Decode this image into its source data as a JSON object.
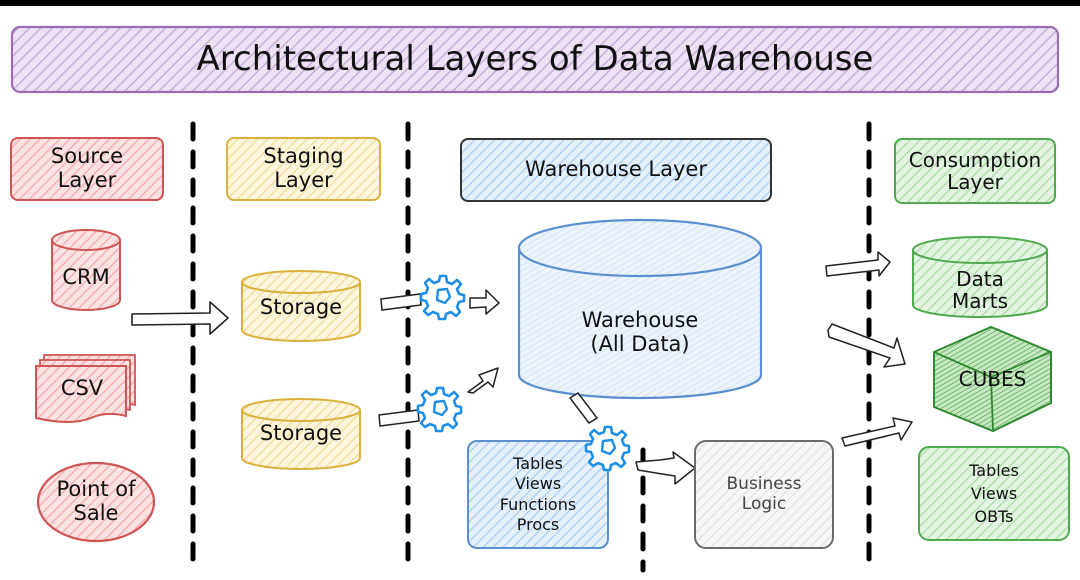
{
  "title": "Architectural Layers of Data Warehouse",
  "colors": {
    "title": "#9b6bb5",
    "source": "#d05454",
    "staging": "#d9b13c",
    "warehouse": "#5b8fcf",
    "consumption": "#4faa4f",
    "business": "#6b6b6b",
    "gear": "#1e8fe8",
    "divider": "#000000"
  },
  "layers": {
    "source": {
      "heading": [
        "Source",
        "Layer"
      ],
      "items": [
        {
          "label": [
            "CRM"
          ],
          "shape": "cylinder"
        },
        {
          "label": [
            "CSV"
          ],
          "shape": "stacked-documents"
        },
        {
          "label": [
            "Point of",
            "Sale"
          ],
          "shape": "ellipse"
        }
      ]
    },
    "staging": {
      "heading": [
        "Staging",
        "Layer"
      ],
      "items": [
        {
          "label": [
            "Storage"
          ],
          "shape": "cylinder"
        },
        {
          "label": [
            "Storage"
          ],
          "shape": "cylinder"
        }
      ]
    },
    "warehouse": {
      "heading": [
        "Warehouse Layer"
      ],
      "items": [
        {
          "label": [
            "Warehouse",
            "(All Data)"
          ],
          "shape": "cylinder"
        },
        {
          "label": [
            "Tables",
            "Views",
            "Functions",
            "Procs"
          ],
          "shape": "rounded-box"
        },
        {
          "label": [
            "Business",
            "Logic"
          ],
          "shape": "rounded-box"
        }
      ]
    },
    "consumption": {
      "heading": [
        "Consumption",
        "Layer"
      ],
      "items": [
        {
          "label": [
            "Data",
            "Marts"
          ],
          "shape": "cylinder"
        },
        {
          "label": [
            "CUBES"
          ],
          "shape": "cube"
        },
        {
          "label": [
            "Tables",
            "Views",
            "OBTs"
          ],
          "shape": "rounded-box"
        }
      ]
    }
  },
  "connections": [
    {
      "from": "Source Layer",
      "to": "Storage (1)"
    },
    {
      "from": "Storage (1)",
      "via": "gear-process",
      "to": "Warehouse (All Data)"
    },
    {
      "from": "Storage (2)",
      "via": "gear-process",
      "to": "Warehouse (All Data)"
    },
    {
      "from": "Warehouse (All Data)",
      "via": "gear-process",
      "to": "Business Logic"
    },
    {
      "from": "Warehouse Layer",
      "to": "Data Marts"
    },
    {
      "from": "Warehouse Layer",
      "to": "CUBES"
    },
    {
      "from": "Business Logic",
      "to": "Consumption Tables/Views/OBTs"
    }
  ]
}
